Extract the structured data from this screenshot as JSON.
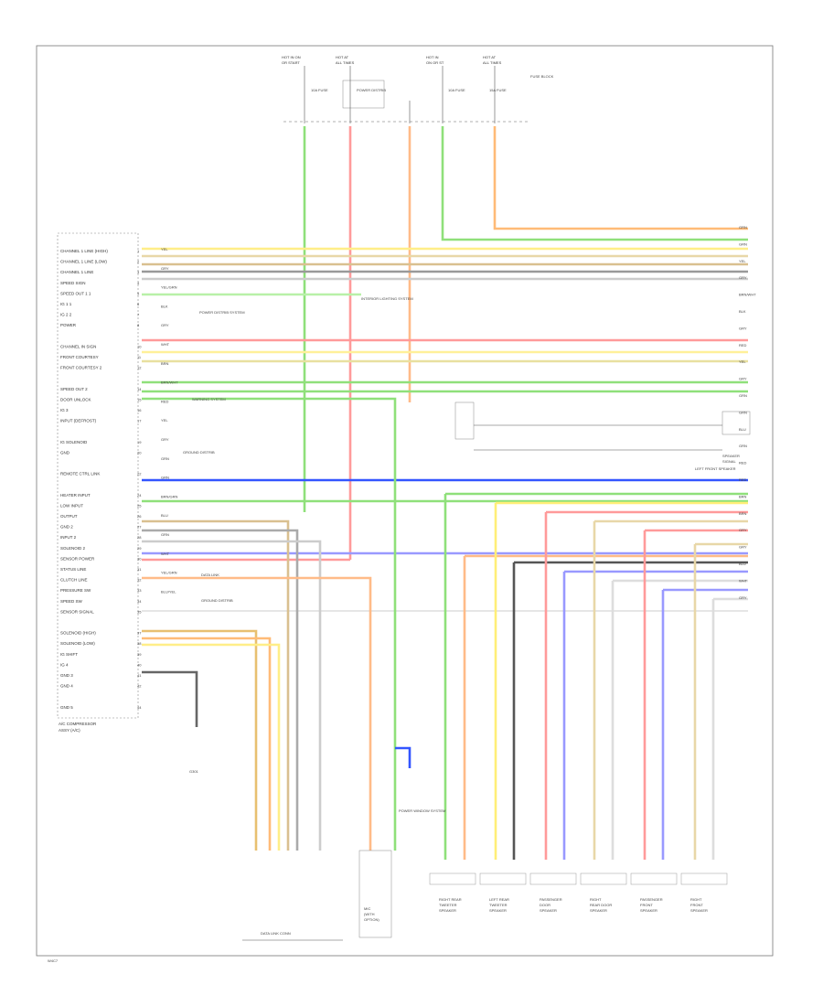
{
  "module": {
    "label_line1": "A/C COMPRESSOR",
    "label_line2": "ASSY (A/C)",
    "pins": [
      "CHANNEL 1 LINE (HIGH)",
      "CHANNEL 1 LINE (LOW)",
      "CHANNEL 1 LINE",
      "SPEED SIGN",
      "SPEED OUT 1 1",
      "IG 1 1",
      "IG 2 2",
      "POWER",
      "",
      "CHANNEL IN SIGN",
      "FRONT COURTESY",
      "FRONT COURTESY 2",
      "",
      "SPEED OUT 2",
      "DOOR UNLOCK",
      "IG 3",
      "INPUT (DEFROST)",
      "",
      "IG SOLENOID",
      "GND",
      "",
      "REMOTE CTRL LINK",
      "",
      "HEATER INPUT",
      "LOW INPUT",
      "OUTPUT",
      "GND 2",
      "INPUT 2",
      "SOLENOID 2",
      "SENSOR POWER",
      "STATUS LINE",
      "CLUTCH LINE",
      "PRESSURE SW",
      "SPEED SW",
      "SENSOR SIGNAL",
      "",
      "SOLENOID (HIGH)",
      "SOLENOID (LOW)",
      "IG SHIFT",
      "IG 4",
      "GND 3",
      "GND 4",
      "",
      "GND 5"
    ]
  },
  "fuse_labels": [
    {
      "line1": "HOT IN ON",
      "line2": "OR START"
    },
    {
      "line1": "HOT AT",
      "line2": "ALL TIMES"
    },
    {
      "line1": "HOT IN",
      "line2": "ON OR ST"
    },
    {
      "line1": "HOT AT",
      "line2": "ALL TIMES"
    }
  ],
  "fuse_box_labels": [
    "10A FUSE",
    "POWER DISTRIB",
    "10A FUSE",
    "15A FUSE",
    "FUSE BLOCK"
  ],
  "wire_tags_left": [
    "YEL",
    "GRY",
    "YEL/GRN",
    "BLK",
    "GRY",
    "WHT",
    "BRN",
    "BRN/WHT",
    "RED",
    "YEL",
    "GRY",
    "GRN",
    "GRN",
    "BRN/GRN",
    "BLU",
    "GRN",
    "WHT",
    "YEL/GRN",
    "BLU/YEL"
  ],
  "wire_tags_right": [
    "GRN",
    "GRN",
    "YEL",
    "GRY",
    "BRN/WHT",
    "BLK",
    "GRY",
    "RED",
    "YEL",
    "GRY",
    "GRN",
    "GRN",
    "BLU",
    "GRN",
    "RED",
    "RED",
    "BRN",
    "BRN",
    "GRY",
    "GRY",
    "BLU",
    "WHT",
    "GRY"
  ],
  "notes": [
    "INTERIOR LIGHTING SYSTEM",
    "POWER DISTRIB SYSTEM",
    "WARNING SYSTEM",
    "GROUND DISTRIB",
    "DATA LINK",
    "GROUND DISTRIB",
    "POWER WINDOW SYSTEM"
  ],
  "right_connector": {
    "line1": "SPEAKER",
    "line2": "SIGNAL",
    "line3": "LEFT FRONT SPEAKER"
  },
  "bottom_labels": [
    {
      "line1": "RIGHT REAR",
      "line2": "TWEETER",
      "line3": "SPEAKER"
    },
    {
      "line1": "LEFT REAR",
      "line2": "TWEETER",
      "line3": "SPEAKER"
    },
    {
      "line1": "PASSENGER",
      "line2": "DOOR",
      "line3": "SPEAKER"
    },
    {
      "line1": "RIGHT",
      "line2": "REAR DOOR",
      "line3": "SPEAKER"
    },
    {
      "line1": "PASSENGER",
      "line2": "FRONT",
      "line3": "SPEAKER"
    },
    {
      "line1": "RIGHT",
      "line2": "FRONT",
      "line3": "SPEAKER"
    }
  ],
  "bottom_center": {
    "line1": "MIC",
    "line2": "(WITH",
    "line3": "OPTION)"
  },
  "bottom_left_caption": "DATA LINK CONN",
  "ground": "G301",
  "footer_code": "W4C7"
}
